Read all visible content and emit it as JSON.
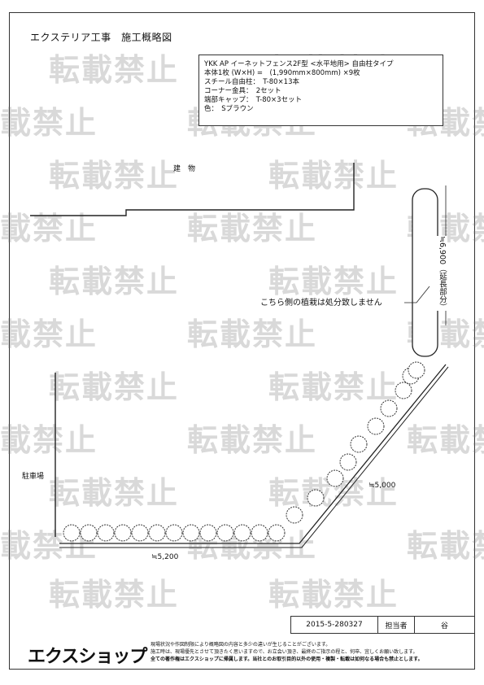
{
  "title": "エクステリア工事　施工概略図",
  "watermark": "転載禁止",
  "spec": [
    "YKK AP イーネットフェンス2F型 <水平地用> 自由柱タイプ",
    "本体1枚 (W×H) =　(1,990mm×800mm) ×9枚",
    "スチール自由柱：　T-80×13本",
    "コーナー金具：　2セット",
    "端部キャップ：　T-80×3セット",
    "色：　Sブラウン"
  ],
  "labels": {
    "building": "建　物",
    "parking": "駐車場",
    "note": "こちら側の植栽は処分致しません",
    "dim_vertical": "≒6,900（延長部分）",
    "dim_diagonal": "≒5,000",
    "dim_bottom": "≒5,200"
  },
  "title_block": {
    "date": "2015-5-280327",
    "person_label": "担当者",
    "person_name": "谷"
  },
  "company": {
    "logo": "エクスショップ",
    "note_lines": [
      "現場状況や作図制限により概略図の内容と多少の違いが生じることがございます。",
      "施工時は、現場優先とさせて頂きたく思いますので、お立会い頂き、最終のご指示の程と、何卒、宜しくお願い致します。",
      "全ての著作権はエクスショップに帰属します。当社とのお取引目的以外の使用・複製・転載は如何なる場合も禁止とします。"
    ]
  }
}
